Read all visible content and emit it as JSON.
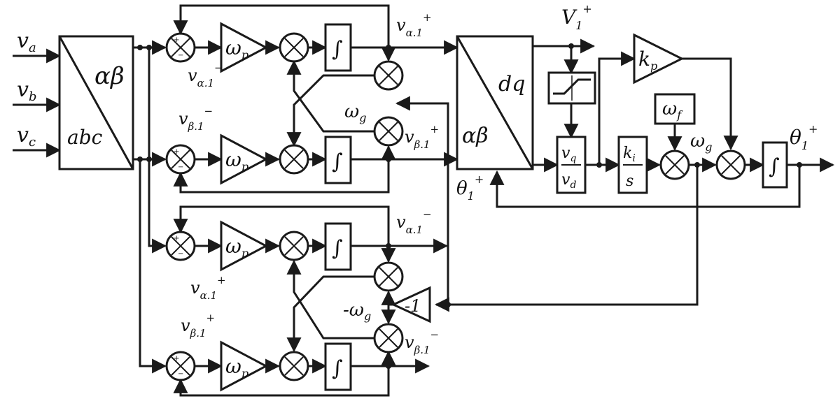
{
  "inputs": {
    "va": "v",
    "va_sub": "a",
    "vb": "v",
    "vb_sub": "b",
    "vc": "v",
    "vc_sub": "c"
  },
  "clarke": {
    "top": "αβ",
    "bottom": "abc"
  },
  "park": {
    "top": "dq",
    "bottom": "αβ"
  },
  "gain_wp": "ω",
  "gain_wp_sub": "p",
  "integrator": "∫",
  "signals": {
    "hat": "^",
    "v": "v",
    "alpha1": "α.1",
    "beta1": "β.1",
    "plus": "+",
    "minus": "−",
    "omega_g": "ω",
    "g": "g",
    "neg_omega_g": "-ω",
    "V1": "V",
    "one": "1",
    "theta": "θ"
  },
  "kp": {
    "k": "k",
    "sub": "p"
  },
  "ki_over_s": {
    "k": "k",
    "sub": "i",
    "den": "s"
  },
  "omega_f": {
    "w": "ω",
    "sub": "f"
  },
  "vq_over_vd": {
    "num": "v",
    "num_sub": "q",
    "den": "v",
    "den_sub": "d"
  },
  "neg_one": "-1"
}
